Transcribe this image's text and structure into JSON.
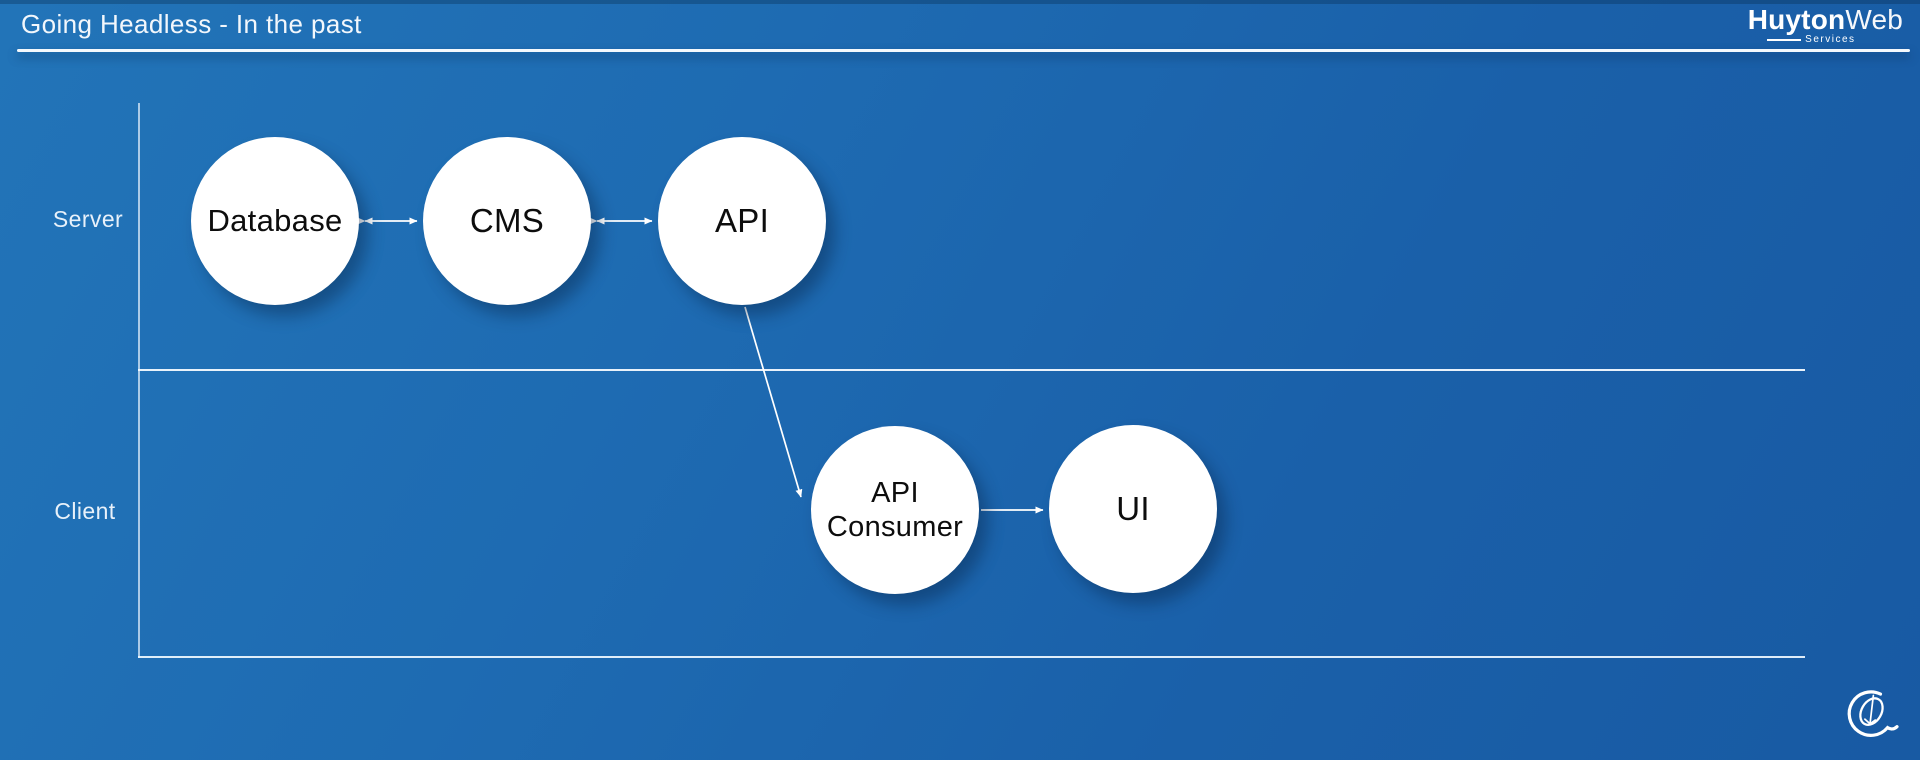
{
  "header": {
    "title": "Going Headless - In the past",
    "brand": {
      "name_bold": "Huyton",
      "name_light": "Web",
      "subtitle": "Services"
    }
  },
  "diagram": {
    "rows": [
      {
        "label": "Server"
      },
      {
        "label": "Client"
      }
    ],
    "nodes": [
      {
        "id": "database",
        "label": "Database",
        "row": "Server"
      },
      {
        "id": "cms",
        "label": "CMS",
        "row": "Server"
      },
      {
        "id": "api",
        "label": "API",
        "row": "Server"
      },
      {
        "id": "api-consumer",
        "label": "API Consumer",
        "lines": [
          "API",
          "Consumer"
        ],
        "row": "Client"
      },
      {
        "id": "ui",
        "label": "UI",
        "row": "Client"
      }
    ],
    "edges": [
      {
        "from": "database",
        "to": "cms",
        "type": "bidirectional"
      },
      {
        "from": "cms",
        "to": "api",
        "type": "bidirectional"
      },
      {
        "from": "api",
        "to": "api-consumer",
        "type": "directional"
      },
      {
        "from": "api-consumer",
        "to": "ui",
        "type": "directional"
      }
    ]
  },
  "footer": {
    "logo": "huytonweb-swirl-logo-icon"
  },
  "colors": {
    "background_top": "#2274b8",
    "background_bottom": "#185aa3",
    "node_fill": "#ffffff",
    "node_text": "#0d0d0d",
    "line_white": "#f4f9fd",
    "title_text": "#f2f7fc"
  }
}
